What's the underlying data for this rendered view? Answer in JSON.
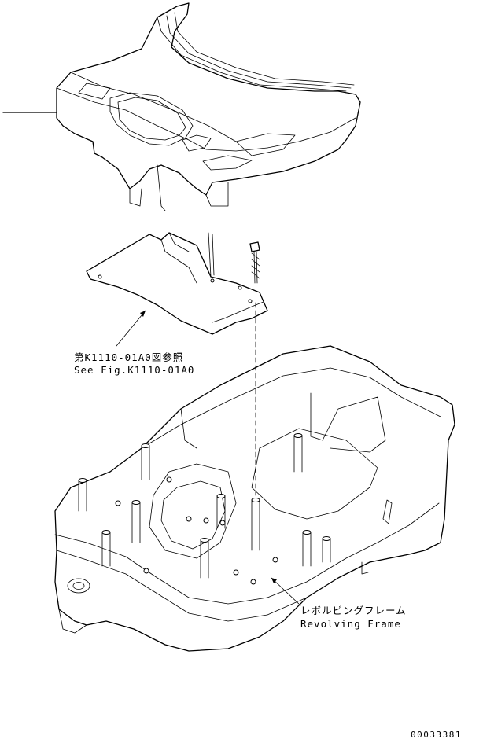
{
  "callouts": {
    "reference_jp": "第K1110-01A0図参照",
    "reference_en": "See Fig.K1110-01A0",
    "frame_jp": "レボルビングフレーム",
    "frame_en": "Revolving Frame"
  },
  "drawing_number": "00033381",
  "colors": {
    "line": "#000000",
    "background": "#ffffff"
  }
}
